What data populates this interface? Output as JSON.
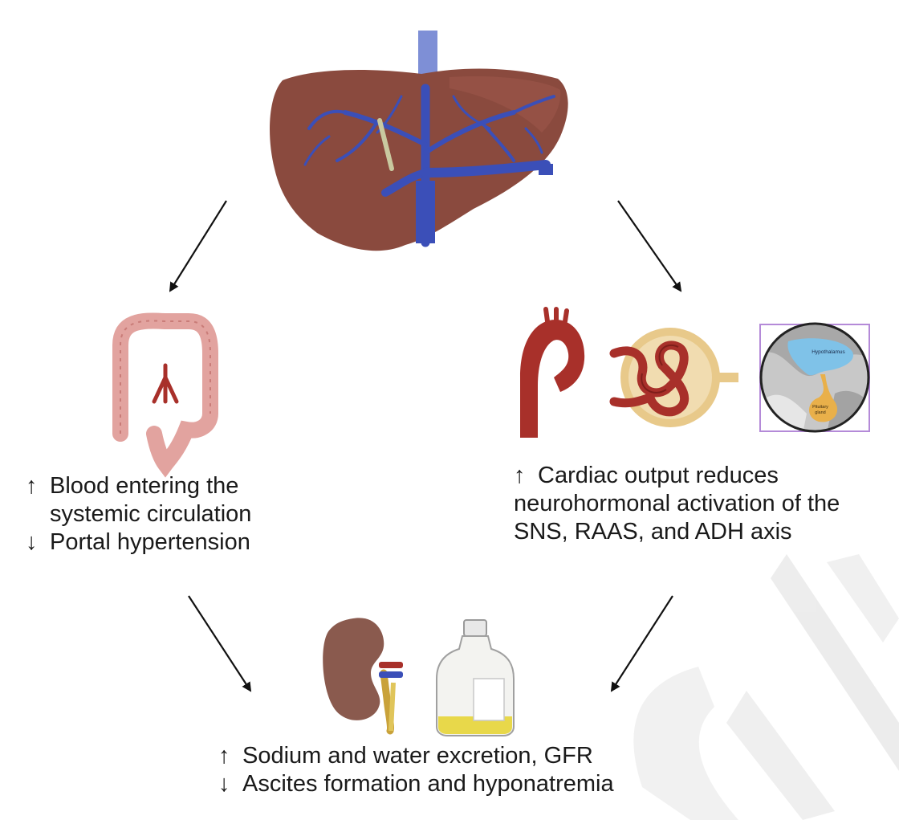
{
  "left_effect": {
    "line1_symbol": "↑",
    "line1_text": "Blood entering the",
    "line2_text": "systemic circulation",
    "line3_symbol": "↓",
    "line3_text": "Portal hypertension"
  },
  "right_effect": {
    "line1_symbol": "↑",
    "line1_text": "Cardiac output reduces",
    "line2_text": "neurohormonal activation of the",
    "line3_text": "SNS, RAAS, and ADH axis"
  },
  "bottom_effect": {
    "line1_symbol": "↑",
    "line1_text": "Sodium and water excretion, GFR",
    "line2_symbol": "↓",
    "line2_text": "Ascites formation and hyponatremia"
  },
  "brain_inset": {
    "hypothalamus_label": "Hypothalamus",
    "pituitary_label_line1": "Pituitary",
    "pituitary_label_line2": "gland"
  },
  "colors": {
    "liver": "#8a4a3e",
    "vein_blue": "#3b4fb8",
    "artery_red": "#a8302a",
    "colon_pink": "#e2a39f",
    "fluid_yellow": "#e8d84a",
    "hypothalamus_blue": "#7fc2e8",
    "pituitary_orange": "#e9b04a",
    "arrow": "#111111"
  }
}
